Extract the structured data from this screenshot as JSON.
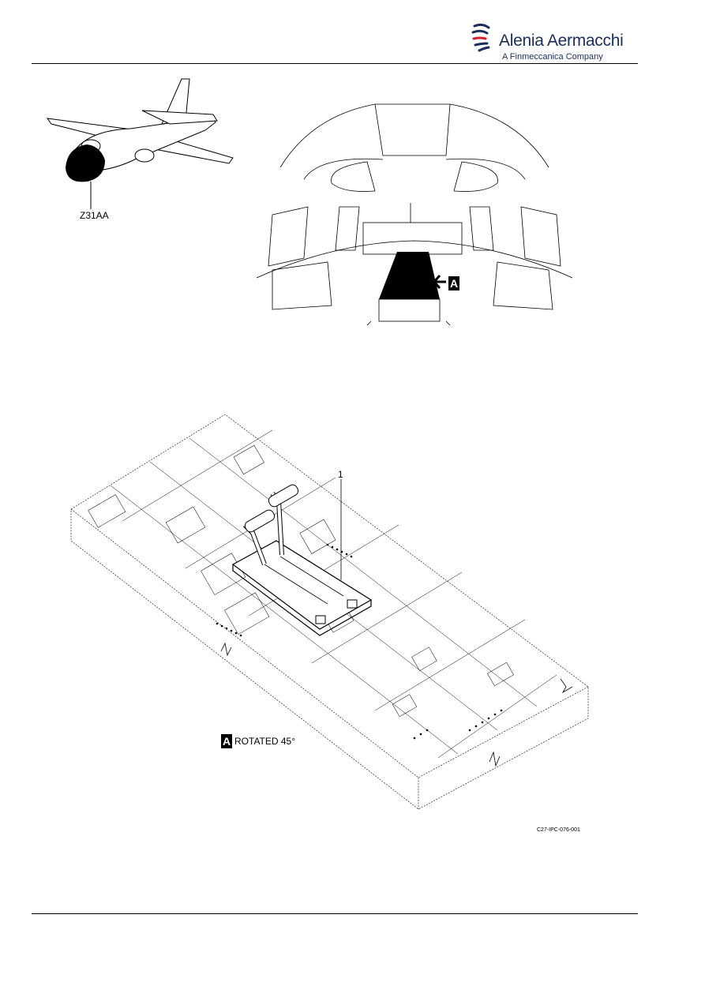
{
  "header": {
    "company_name": "Alenia Aermacchi",
    "company_subtitle": "A Finmeccanica Company"
  },
  "figure": {
    "zone_label": "Z31AA",
    "view_letter": "A",
    "view_caption": "ROTATED 45°",
    "item_callout": "1",
    "figure_code": "C27-IPC-076-001"
  }
}
